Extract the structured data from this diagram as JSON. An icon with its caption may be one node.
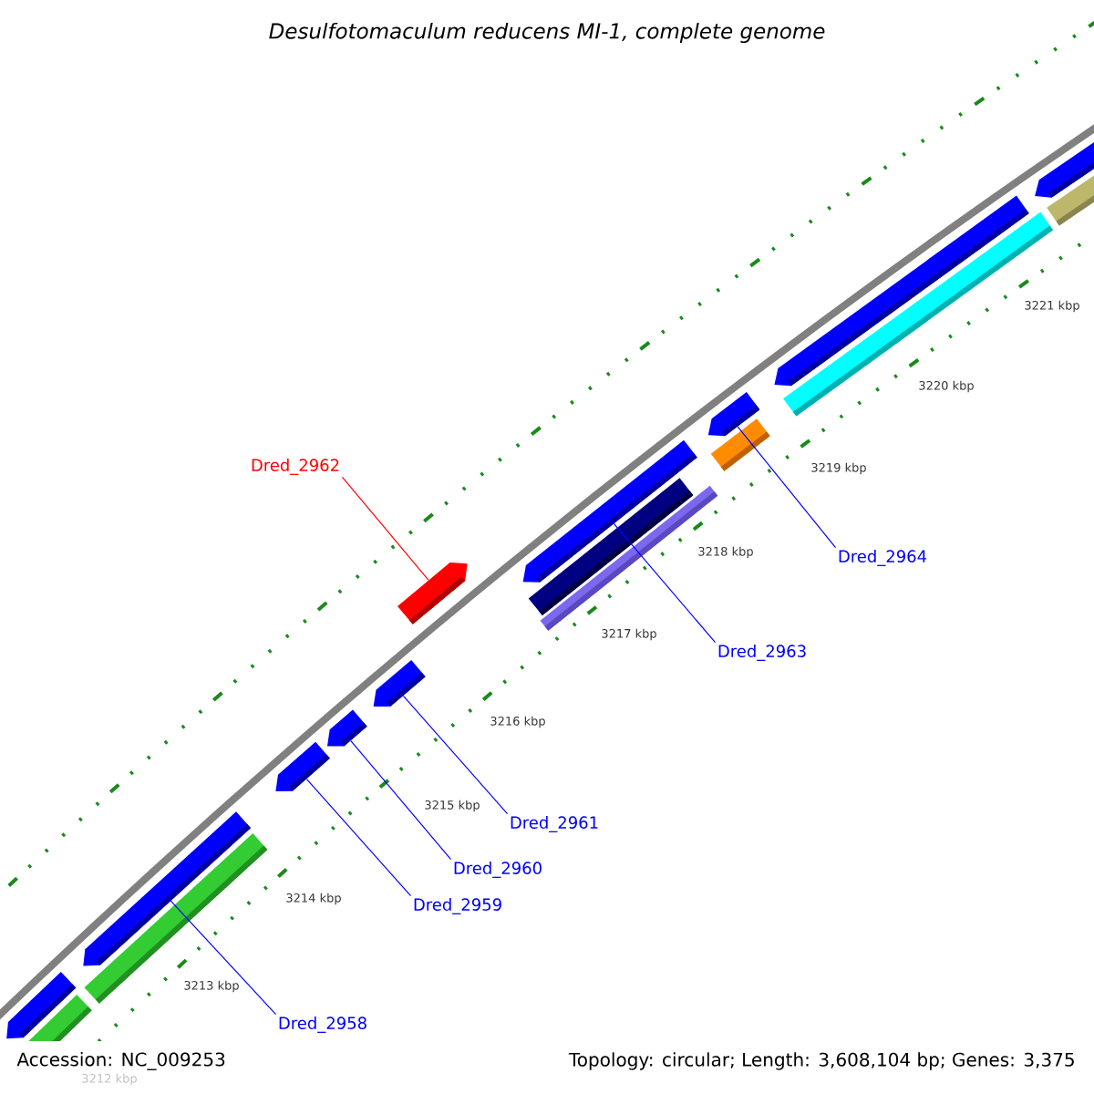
{
  "diagram": {
    "title": "Desulfotomaculum reducens MI-1, complete genome",
    "nodes": [
      {
        "text": [
          "Dred_2962"
        ]
      },
      {
        "text": [],
        "shape": "bar"
      },
      {
        "text": [
          "Dred_2964"
        ]
      },
      {
        "text": [],
        "shape": "bar"
      },
      {
        "text": [
          "Dred_2963"
        ]
      },
      {
        "text": [],
        "shape": "bar"
      },
      {
        "text": [
          "Dred_2961"
        ]
      },
      {
        "text": [],
        "shape": "bar"
      },
      {
        "text": [
          "Dred_2960"
        ]
      },
      {
        "text": [],
        "shape": "bar"
      },
      {
        "text": [
          "Dred_2959"
        ]
      },
      {
        "text": [],
        "shape": "bar"
      },
      {
        "text": [
          "Dred_2958"
        ]
      },
      {
        "text": [],
        "shape": "bar"
      }
    ],
    "edges": [
      {
        "from": 0,
        "to": 1,
        "arrow": "none",
        "color": "#ff0000"
      },
      {
        "from": 2,
        "to": 3,
        "arrow": "none"
      },
      {
        "from": 4,
        "to": 5,
        "arrow": "none"
      },
      {
        "from": 6,
        "to": 7,
        "arrow": "none"
      },
      {
        "from": 8,
        "to": 9,
        "arrow": "none"
      },
      {
        "from": 10,
        "to": 11,
        "arrow": "none"
      },
      {
        "from": 12,
        "to": 13,
        "arrow": "none"
      }
    ],
    "labels": [
      "3221 kbp",
      "3220 kbp",
      "3219 kbp",
      "3218 kbp",
      "3217 kbp",
      "3216 kbp",
      "3215 kbp",
      "3214 kbp",
      "3213 kbp",
      "3212 kbp",
      "Accession: NC_009253",
      "Topology: circular; Length: 3,608,104 bp; Genes: 3,375"
    ]
  }
}
